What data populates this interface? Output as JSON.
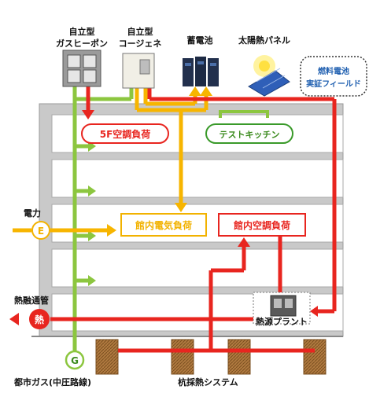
{
  "title": "",
  "devices": {
    "gas_heat_pump": {
      "line1": "自立型",
      "line2": "ガスヒーポン"
    },
    "cogeneration": {
      "line1": "自立型",
      "line2": "コージェネ"
    },
    "battery": {
      "label": "蓄電池"
    },
    "solar_panel": {
      "label": "太陽熱パネル"
    },
    "fuel_cell": {
      "line1": "燃料電池",
      "line2": "実証フィールド"
    }
  },
  "loads": {
    "ac_5f": "5F空調負荷",
    "test_kitchen": "テストキッチン",
    "building_electric": "館内電気負荷",
    "building_ac": "館内空調負荷"
  },
  "power": {
    "label": "電力",
    "symbol": "E"
  },
  "heat_pipe": {
    "label": "熱融通管",
    "symbol": "熱"
  },
  "city_gas": {
    "label": "都市ガス(中圧路線)",
    "symbol": "G"
  },
  "heat_plant": {
    "label": "熱源プラント"
  },
  "pile_system": {
    "label": "杭採熱システム"
  },
  "colors": {
    "red": "#e8251f",
    "green": "#8cc63f",
    "yellow": "#f7b500",
    "building_fill": "#c9c9c9",
    "floor_fill": "#ffffff",
    "pile": "#a0703a"
  }
}
